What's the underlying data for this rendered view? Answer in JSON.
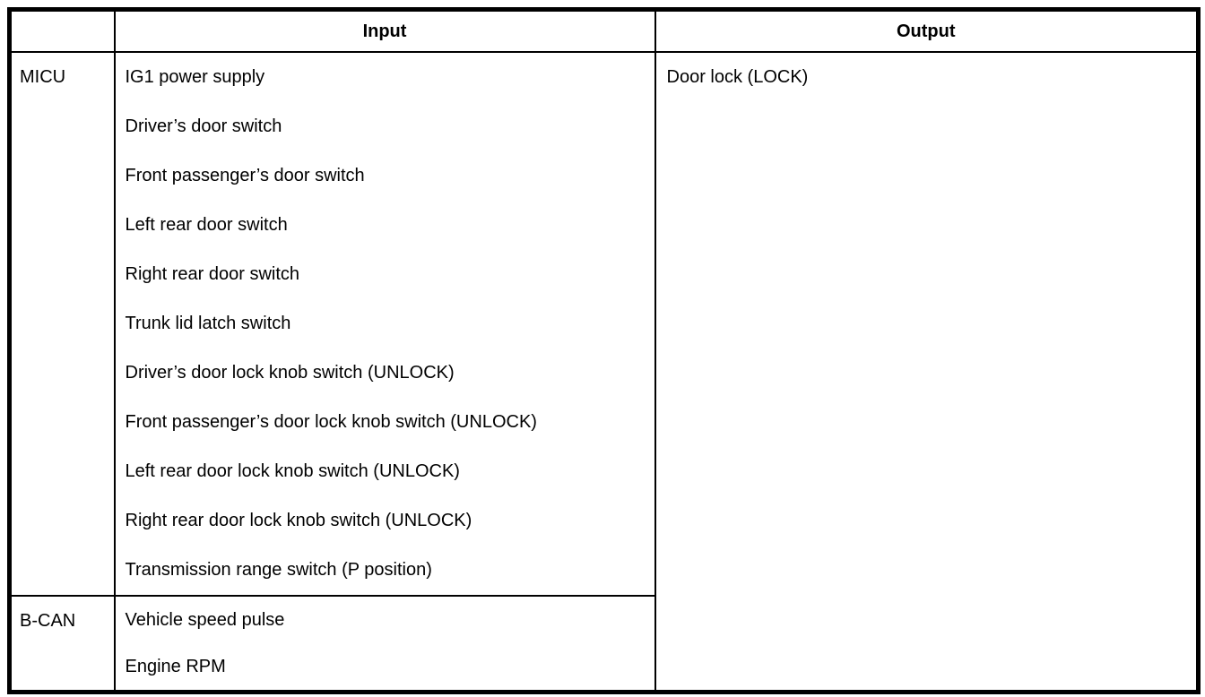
{
  "table": {
    "headers": {
      "source": "",
      "input": "Input",
      "output": "Output"
    },
    "rows": [
      {
        "source": "MICU",
        "inputs": [
          "IG1 power supply",
          "Driver’s door switch",
          "Front passenger’s door switch",
          "Left rear door switch",
          "Right rear door switch",
          "Trunk lid latch switch",
          "Driver’s door lock knob switch (UNLOCK)",
          "Front passenger’s door lock knob switch (UNLOCK)",
          "Left rear door lock knob switch (UNLOCK)",
          "Right rear door lock knob switch (UNLOCK)",
          "Transmission range switch (P position)"
        ]
      },
      {
        "source": "B-CAN",
        "inputs": [
          "Vehicle speed pulse",
          "Engine RPM"
        ]
      }
    ],
    "output": "Door lock (LOCK)"
  },
  "colors": {
    "border": "#000000",
    "text": "#000000",
    "background": "#ffffff"
  }
}
